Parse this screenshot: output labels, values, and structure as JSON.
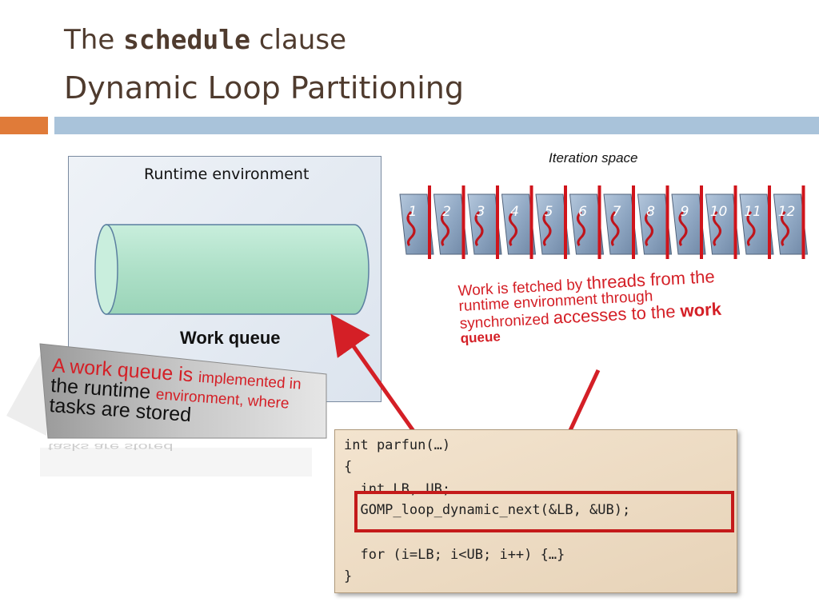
{
  "title": {
    "line1_prefix": "The",
    "line1_code": "schedule",
    "line1_suffix": "clause",
    "line2": "Dynamic Loop Partitioning"
  },
  "runtime": {
    "label": "Runtime environment",
    "queue_label": "Work queue"
  },
  "callout": {
    "line1_a": "A work queue is ",
    "line1_b": "implemented in",
    "line2_a": "the runtime ",
    "line2_b": "environment, where",
    "line3": "tasks are stored",
    "reflection": "tasks are stored"
  },
  "iteration": {
    "label": "Iteration space",
    "items": [
      "1",
      "2",
      "3",
      "4",
      "5",
      "6",
      "7",
      "8",
      "9",
      "10",
      "11",
      "12"
    ]
  },
  "fetch_note": {
    "line1_a": "Work is fetched by ",
    "line1_b": "threads from the",
    "line2": "runtime environment through",
    "line3_a": "synchronized ",
    "line3_b": "accesses to the ",
    "line3_c": "work",
    "line4": "queue"
  },
  "code": {
    "line1": "int parfun(…)",
    "line2": "{",
    "line3": "  int LB, UB;",
    "line4": "  GOMP_loop_dynamic_next(&LB, &UB);",
    "line6": "  for (i=LB; i<UB; i++) {…}",
    "line7": "}"
  },
  "colors": {
    "title": "#4f3b2e",
    "accent_red": "#d41f26",
    "orange_bar": "#e07b39",
    "blue_bar": "#a9c3da",
    "queue_fill": "#aee0c8"
  }
}
